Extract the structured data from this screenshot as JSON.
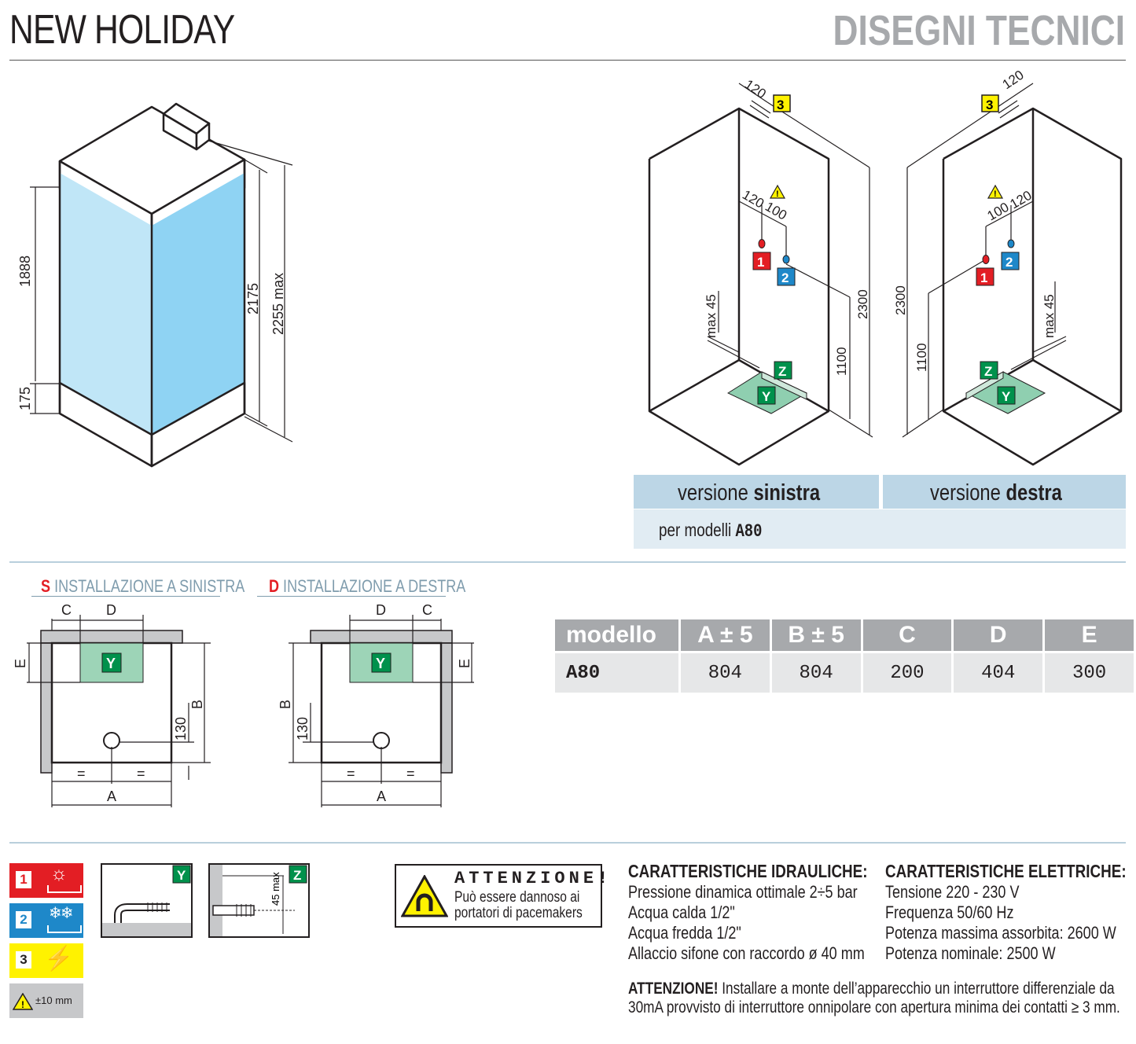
{
  "header": {
    "title": "NEW HOLIDAY",
    "section": "DISEGNI TECNICI"
  },
  "front_view": {
    "dims": [
      "1888",
      "175",
      "2175",
      "2255 max"
    ]
  },
  "plan_views": {
    "left_dims": [
      "120",
      "120",
      "100",
      "max 45",
      "1100",
      "2300"
    ],
    "right_dims": [
      "120",
      "100",
      "120",
      "max 45",
      "1100",
      "2300"
    ],
    "markers": {
      "m1": "1",
      "m2": "2",
      "m3": "3",
      "y": "Y",
      "z": "Z"
    }
  },
  "versions": {
    "left_prefix": "versione ",
    "left_bold": "sinistra",
    "right_prefix": "versione ",
    "right_bold": "destra",
    "models_prefix": "per modelli ",
    "models_bold": "A80"
  },
  "install": {
    "left": {
      "letter": "S",
      "label": "INSTALLAZIONE A SINISTRA"
    },
    "right": {
      "letter": "D",
      "label": "INSTALLAZIONE A DESTRA"
    },
    "letters": {
      "A": "A",
      "B": "B",
      "C": "C",
      "D": "D",
      "E": "E",
      "eq": "=",
      "n130": "130"
    }
  },
  "spec_table": {
    "headers": [
      "modello",
      "A ± 5",
      "B ± 5",
      "C",
      "D",
      "E"
    ],
    "rows": [
      [
        "A80",
        "804",
        "804",
        "200",
        "404",
        "300"
      ]
    ]
  },
  "legend": {
    "items": [
      "1",
      "2",
      "3"
    ],
    "tolerance": "±10 mm",
    "detail_z_dim": "45 max"
  },
  "warning": {
    "title": "ATTENZIONE!",
    "line1": "Può essere dannoso ai",
    "line2": "portatori di pacemakers"
  },
  "hydraulic": {
    "title": "CARATTERISTICHE IDRAULICHE:",
    "lines": [
      "Pressione dinamica ottimale 2÷5 bar",
      "Acqua calda 1/2\"",
      "Acqua fredda 1/2\"",
      "Allaccio sifone con raccordo ø 40 mm"
    ]
  },
  "electrical": {
    "title": "CARATTERISTICHE ELETTRICHE:",
    "lines": [
      "Tensione 220 - 230 V",
      "Frequenza 50/60 Hz",
      "Potenza massima assorbita: 2600 W",
      "Potenza nominale: 2500 W"
    ]
  },
  "note": {
    "bold": "ATTENZIONE!",
    "text": " Installare a monte dell’apparecchio un interruttore differenziale da 30mA provvisto di interruttore onnipolare con apertura minima dei contatti ≥ 3 mm."
  },
  "colors": {
    "red": "#e31e24",
    "blue": "#1e88c9",
    "yellow": "#fff200",
    "green": "#00914c",
    "glass": "#9fd8f2",
    "band": "#bcd6e6",
    "band_light": "#e1ecf3"
  }
}
